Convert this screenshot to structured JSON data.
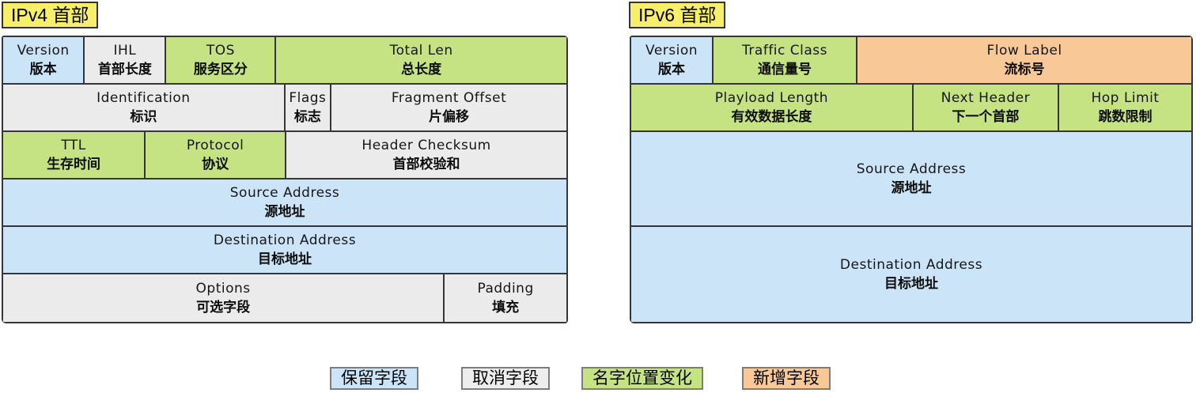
{
  "ipv4": {
    "title": "IPv4 首部",
    "rows": [
      {
        "cells": [
          {
            "en": "Version",
            "zh": "版本",
            "type": "kept"
          },
          {
            "en": "IHL",
            "zh": "首部长度",
            "type": "removed"
          },
          {
            "en": "TOS",
            "zh": "服务区分",
            "type": "changed"
          },
          {
            "en": "Total Len",
            "zh": "总长度",
            "type": "changed"
          }
        ]
      },
      {
        "cells": [
          {
            "en": "Identification",
            "zh": "标识",
            "type": "removed"
          },
          {
            "en": "Flags",
            "zh": "标志",
            "type": "removed"
          },
          {
            "en": "Fragment Offset",
            "zh": "片偏移",
            "type": "removed"
          }
        ]
      },
      {
        "cells": [
          {
            "en": "TTL",
            "zh": "生存时间",
            "type": "changed"
          },
          {
            "en": "Protocol",
            "zh": "协议",
            "type": "changed"
          },
          {
            "en": "Header Checksum",
            "zh": "首部校验和",
            "type": "removed"
          }
        ]
      },
      {
        "cells": [
          {
            "en": "Source Address",
            "zh": "源地址",
            "type": "kept"
          }
        ]
      },
      {
        "cells": [
          {
            "en": "Destination Address",
            "zh": "目标地址",
            "type": "kept"
          }
        ]
      },
      {
        "cells": [
          {
            "en": "Options",
            "zh": "可选字段",
            "type": "removed"
          },
          {
            "en": "Padding",
            "zh": "填充",
            "type": "removed"
          }
        ]
      }
    ]
  },
  "ipv6": {
    "title": "IPv6 首部",
    "rows": [
      {
        "cells": [
          {
            "en": "Version",
            "zh": "版本",
            "type": "kept"
          },
          {
            "en": "Traffic Class",
            "zh": "通信量号",
            "type": "changed"
          },
          {
            "en": "Flow Label",
            "zh": "流标号",
            "type": "added"
          }
        ]
      },
      {
        "cells": [
          {
            "en": "Playload Length",
            "zh": "有效数据长度",
            "type": "changed"
          },
          {
            "en": "Next Header",
            "zh": "下一个首部",
            "type": "changed"
          },
          {
            "en": "Hop Limit",
            "zh": "跳数限制",
            "type": "changed"
          }
        ]
      },
      {
        "cells": [
          {
            "en": "Source Address",
            "zh": "源地址",
            "type": "kept"
          }
        ]
      },
      {
        "cells": [
          {
            "en": "Destination Address",
            "zh": "目标地址",
            "type": "kept"
          }
        ]
      }
    ]
  },
  "legend": {
    "items": [
      {
        "label": "保留字段",
        "type": "kept"
      },
      {
        "label": "取消字段",
        "type": "removed"
      },
      {
        "label": "名字位置变化",
        "type": "changed"
      },
      {
        "label": "新增字段",
        "type": "added"
      }
    ]
  },
  "colors": {
    "kept": "#cce4f7",
    "removed": "#ebebeb",
    "changed": "#c6e383",
    "added": "#f8c996",
    "heading_bg": "#f7ef6a",
    "line": "#35353b"
  }
}
